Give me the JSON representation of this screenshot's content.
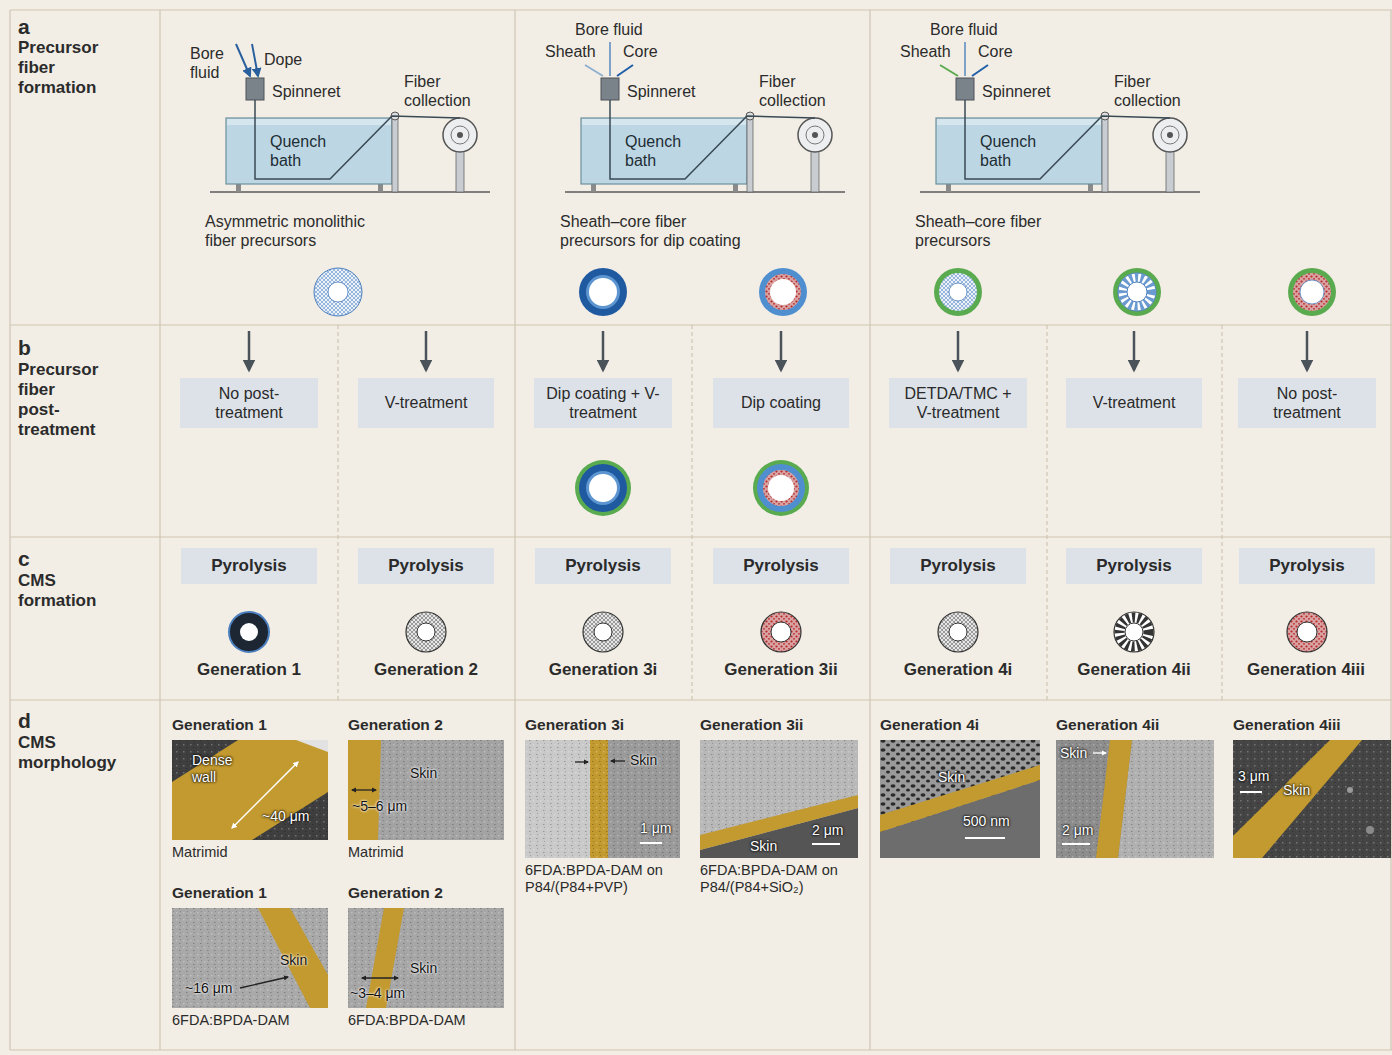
{
  "diagram": {
    "nodes": [
      {
        "text": [
          "Quench bath"
        ]
      },
      {
        "text": [
          "Quench bath"
        ]
      },
      {
        "text": [
          "Quench bath"
        ]
      },
      {
        "text": [
          "No post-treatment"
        ]
      },
      {
        "text": [
          "V-treatment"
        ]
      },
      {
        "text": [
          "Dip coating + V-treatment"
        ]
      },
      {
        "text": [
          "Dip coating"
        ]
      },
      {
        "text": [
          "DETDA/TMC + V-treatment"
        ]
      },
      {
        "text": [
          "V-treatment"
        ]
      },
      {
        "text": [
          "No post-treatment"
        ]
      },
      {
        "text": [
          "Pyrolysis"
        ]
      },
      {
        "text": [
          "Pyrolysis"
        ]
      },
      {
        "text": [
          "Pyrolysis"
        ]
      },
      {
        "text": [
          "Pyrolysis"
        ]
      },
      {
        "text": [
          "Pyrolysis"
        ]
      },
      {
        "text": [
          "Pyrolysis"
        ]
      },
      {
        "text": [
          "Pyrolysis"
        ]
      }
    ],
    "labels": [
      "a",
      "Precursor fiber formation",
      "Bore fluid",
      "Dope",
      "Spinneret",
      "Fiber collection",
      "Asymmetric monolithic fiber precursors",
      "Bore fluid",
      "Sheath",
      "Core",
      "Spinneret",
      "Fiber collection",
      "Sheath–core fiber precursors for dip coating",
      "Bore fluid",
      "Sheath",
      "Core",
      "Spinneret",
      "Fiber collection",
      "Sheath–core fiber precursors",
      "b",
      "Precursor fiber post-treatment",
      "c",
      "CMS formation",
      "Generation 1",
      "Generation 2",
      "Generation 3i",
      "Generation 3ii",
      "Generation 4i",
      "Generation 4ii",
      "Generation 4iii",
      "d",
      "CMS morphology",
      "Generation 1",
      "Dense wall",
      "~40 μm",
      "Matrimid",
      "Generation 2",
      "Skin",
      "~5–6 μm",
      "Matrimid",
      "Generation 3i",
      "Skin",
      "1 μm",
      "6FDA:BPDA-DAM on P84/(P84+PVP)",
      "Generation 3ii",
      "Skin",
      "2 μm",
      "6FDA:BPDA-DAM on P84/(P84+SiO₂)",
      "Generation 4i",
      "Skin",
      "500 nm",
      "Generation 4ii",
      "Skin",
      "2 μm",
      "Generation 4iii",
      "Skin",
      "3 μm",
      "Generation 1",
      "Skin",
      "~16 μm",
      "6FDA:BPDA-DAM",
      "Generation 2",
      "Skin",
      "~3–4 μm",
      "6FDA:BPDA-DAM"
    ]
  }
}
